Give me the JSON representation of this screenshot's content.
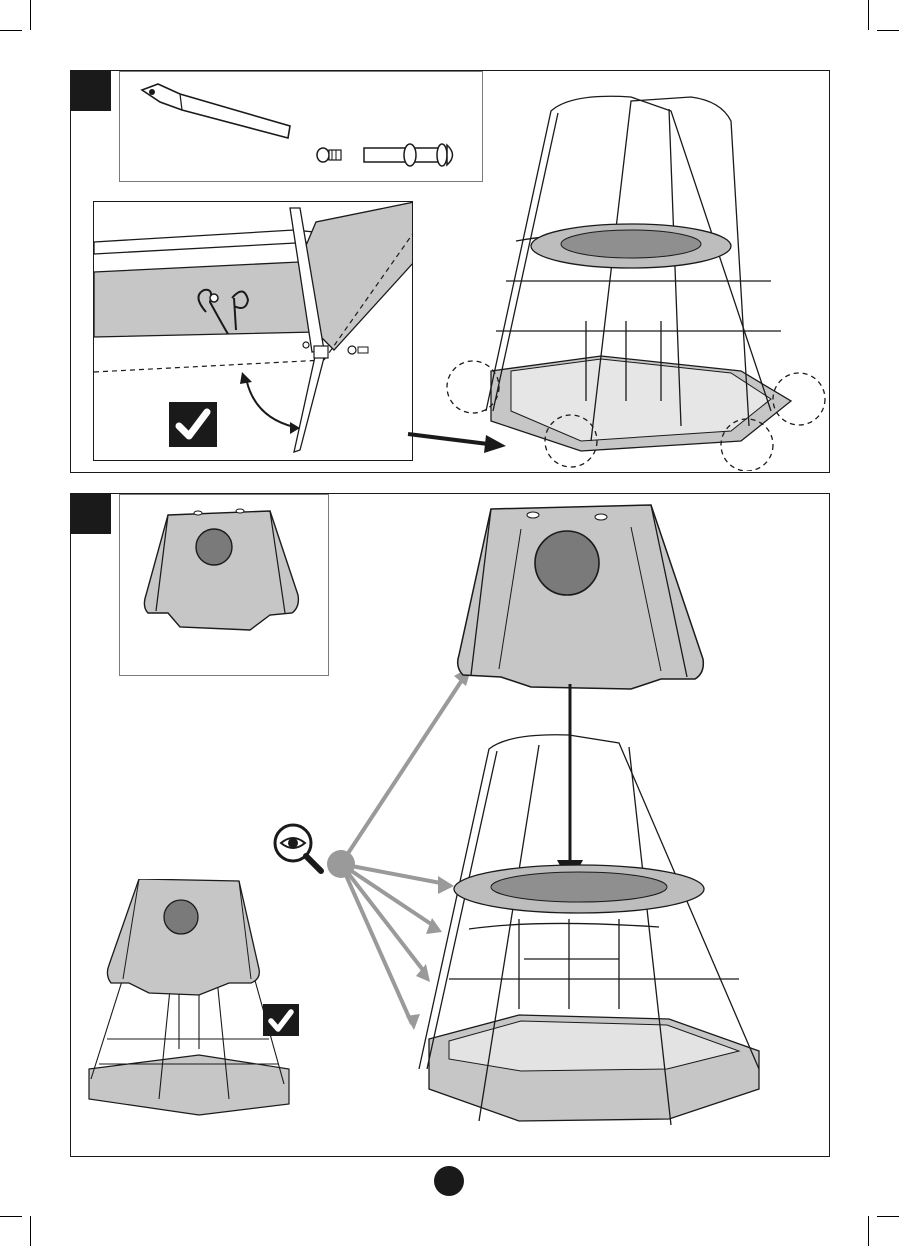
{
  "page": {
    "number_label": ""
  },
  "steps": [
    {
      "id": "step-a",
      "parts": [
        "stake",
        "bolt",
        "washer-nut"
      ],
      "check_icon": "check-icon",
      "arrow_icon": "arrow-right-icon"
    },
    {
      "id": "step-b",
      "parts": [
        "canopy-cover"
      ],
      "check_icon": "check-icon",
      "magnifier_icon": "magnifier-eye-icon"
    }
  ],
  "colors": {
    "ink": "#1a1a1a",
    "panel_fill": "#c6c6c6",
    "porthole": "#7a7a7a",
    "callout_arrow": "#9a9a9a"
  }
}
